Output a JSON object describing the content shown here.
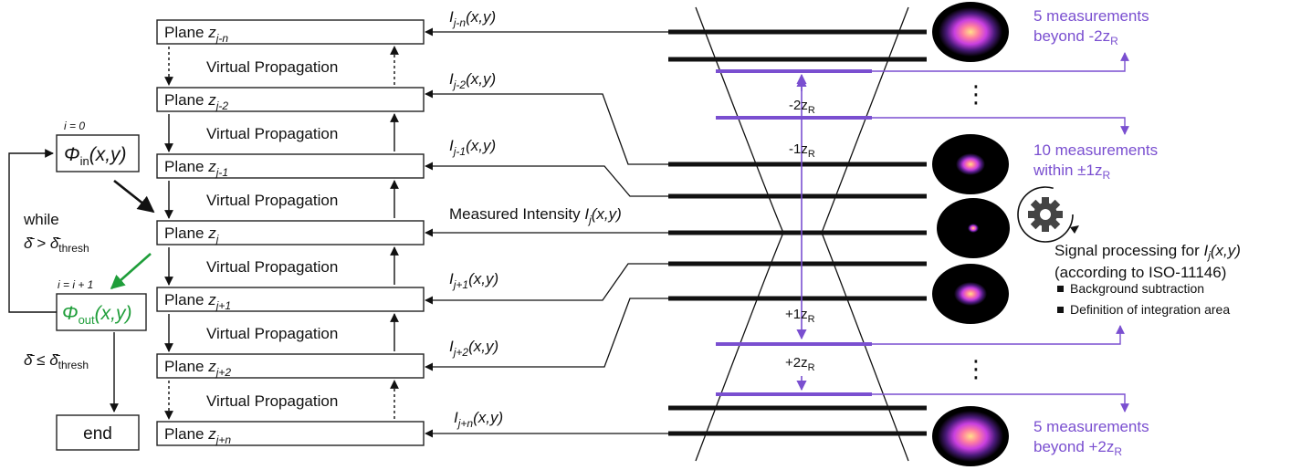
{
  "planes": [
    {
      "base": "Plane ",
      "var": "z",
      "sub": "j-n",
      "sub_italic": true
    },
    {
      "base": "Plane ",
      "var": "z",
      "sub": "j-2",
      "sub_italic": true
    },
    {
      "base": "Plane ",
      "var": "z",
      "sub": "j-1",
      "sub_italic": true
    },
    {
      "base": "Plane ",
      "var": "z",
      "sub": "j",
      "sub_italic": true
    },
    {
      "base": "Plane ",
      "var": "z",
      "sub": "j+1",
      "sub_italic": true
    },
    {
      "base": "Plane ",
      "var": "z",
      "sub": "j+2",
      "sub_italic": true
    },
    {
      "base": "Plane ",
      "var": "z",
      "sub": "j+n",
      "sub_italic": true
    }
  ],
  "virtual_propagation": "Virtual Propagation",
  "intensities": [
    {
      "pre": "",
      "var": "I",
      "sub": "j-n",
      "post": "(x,y)"
    },
    {
      "pre": "",
      "var": "I",
      "sub": "j-2",
      "post": "(x,y)"
    },
    {
      "pre": "",
      "var": "I",
      "sub": "j-1",
      "post": "(x,y)"
    },
    {
      "pre": "Measured Intensity ",
      "var": "I",
      "sub": "j",
      "post": "(x,y)"
    },
    {
      "pre": "",
      "var": "I",
      "sub": "j+1",
      "post": "(x,y)"
    },
    {
      "pre": "",
      "var": "I",
      "sub": "j+2",
      "post": "(x,y)"
    },
    {
      "pre": "",
      "var": "I",
      "sub": "j+n",
      "post": "(x,y)"
    }
  ],
  "loop": {
    "init_index": "i = 0",
    "phi_in": "Φ",
    "phi_in_sub": "in",
    "phi_in_args": "(x,y)",
    "while_label": "while",
    "while_condition": "δ̄ > δ̄",
    "while_sub": "thresh",
    "incr_index": "i = i + 1",
    "phi_out": "Φ",
    "phi_out_sub": "out",
    "phi_out_args": "(x,y)",
    "stop_condition": "δ̄ ≤ δ̄",
    "stop_sub": "thresh",
    "end_label": "end"
  },
  "beam_labels": {
    "minus2": "-2z",
    "minus1": "-1z",
    "plus1": "+1z",
    "plus2": "+2z",
    "subR": "R"
  },
  "groups": {
    "top_line1": "5 measurements",
    "top_line2": "beyond -2z",
    "mid_line1": "10 measurements",
    "mid_line2": "within ±1z",
    "bot_line1": "5 measurements",
    "bot_line2": "beyond +2z",
    "subR": "R",
    "ellipsis": "⋮"
  },
  "processing": {
    "title_pre": "Signal processing for ",
    "title_var": "I",
    "title_sub": "j",
    "title_post": "(x,y)",
    "standard": "(according to ISO-11146)",
    "items": [
      "Background subtraction",
      "Definition of integration area"
    ]
  },
  "colors": {
    "purple": "#7a4fd0",
    "green": "#1f9e3a",
    "black": "#111111"
  }
}
